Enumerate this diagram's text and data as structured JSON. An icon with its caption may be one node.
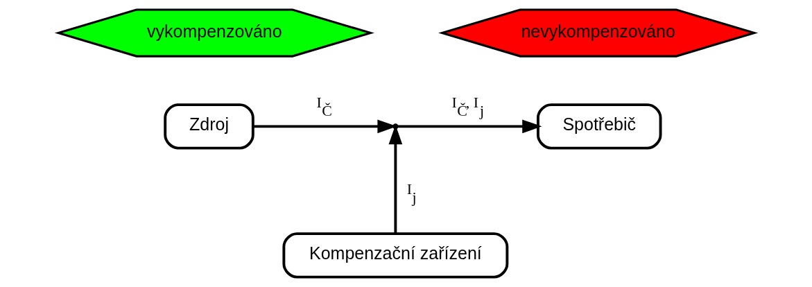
{
  "diagram": {
    "nodes": [
      {
        "text": [
          "vykompenzováno"
        ]
      },
      {
        "text": [
          "nevykompenzováno"
        ]
      },
      {
        "text": [
          "Zdroj"
        ]
      },
      {
        "text": [],
        "shape": "point"
      },
      {
        "text": [
          "Spotřebič"
        ]
      },
      {
        "text": [
          "Kompenzační zařízení"
        ]
      }
    ],
    "edges": [
      {
        "from": 2,
        "to": 3,
        "arrow": "to",
        "label": "I$_{Č}$"
      },
      {
        "from": 3,
        "to": 4,
        "arrow": "to",
        "label": "I$_{Č}$, I$_{j}$"
      },
      {
        "from": 5,
        "to": 3,
        "arrow": "to",
        "label": "I$_{j}$"
      }
    ]
  }
}
